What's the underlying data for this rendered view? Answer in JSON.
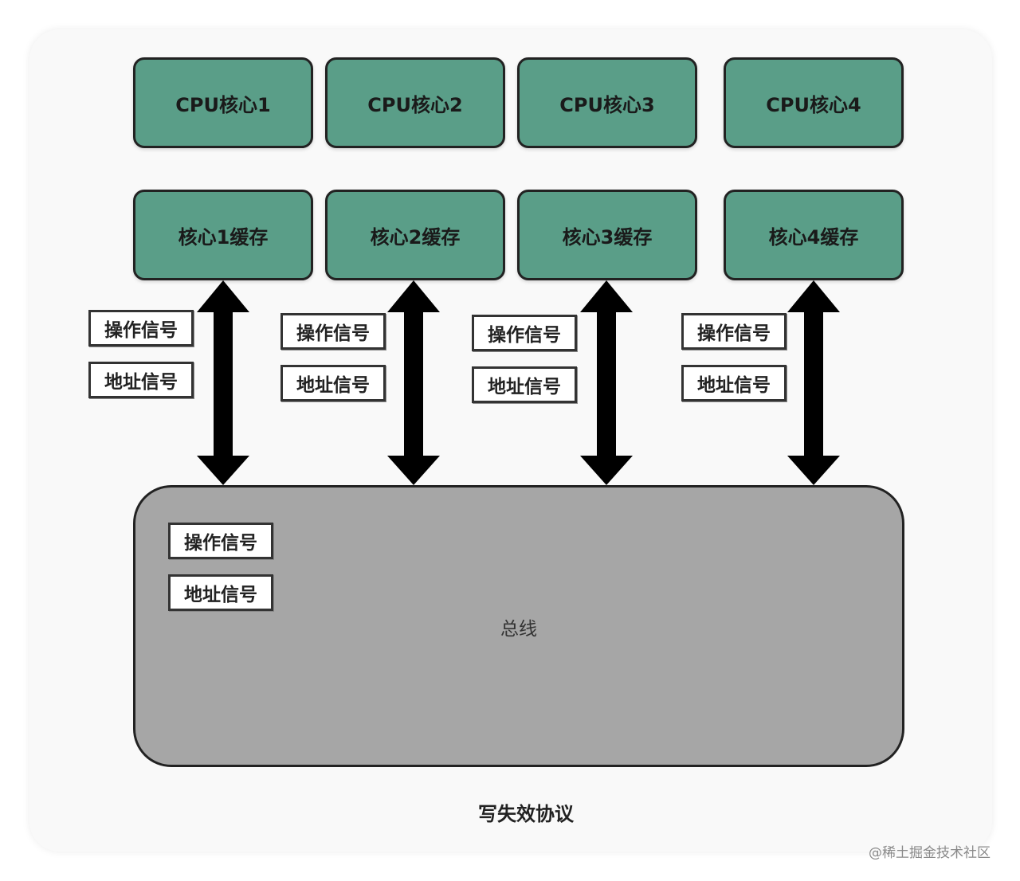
{
  "cpu_cores": [
    "CPU核心1",
    "CPU核心2",
    "CPU核心3",
    "CPU核心4"
  ],
  "core_caches": [
    "核心1缓存",
    "核心2缓存",
    "核心3缓存",
    "核心4缓存"
  ],
  "signals": {
    "operation": "操作信号",
    "address": "地址信号"
  },
  "bus": {
    "label": "总线"
  },
  "caption": "写失效协议",
  "watermark": "@稀土掘金技术社区",
  "colors": {
    "box_fill": "#5a9e88",
    "bus_fill": "#a6a6a6",
    "arrow": "#000000"
  }
}
